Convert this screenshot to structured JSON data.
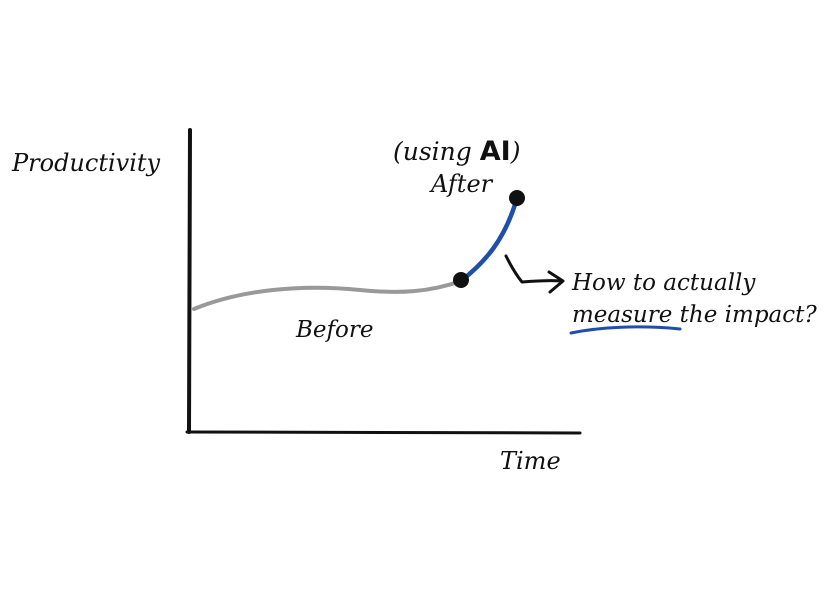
{
  "labels": {
    "y_axis": "Productivity",
    "x_axis": "Time",
    "before": "Before",
    "after": "After",
    "using_prefix": "(using ",
    "using_ai": "AI",
    "using_suffix": ")",
    "question_line1": "How to actually",
    "question_emphasis": "measure",
    "question_rest": " the impact?"
  },
  "colors": {
    "before_line": "#999999",
    "after_line": "#1f4fa8",
    "underline": "#1f4fa8",
    "axes": "#111111",
    "points": "#111111"
  },
  "icons": {
    "pointer": "hooked-arrow-icon"
  }
}
